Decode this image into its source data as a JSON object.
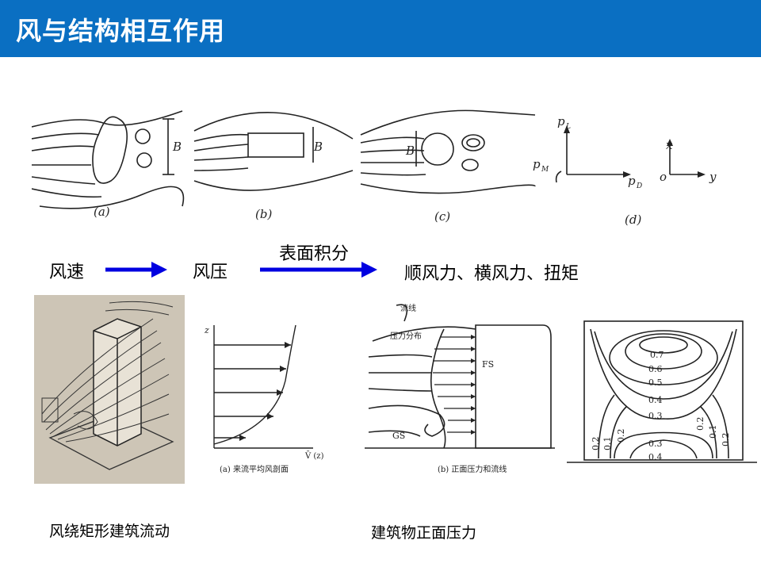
{
  "title": "风与结构相互作用",
  "flow": {
    "wind_speed": "风速",
    "wind_pressure": "风压",
    "integral_label": "表面积分",
    "forces": "顺风力、横风力、扭矩"
  },
  "top_diagrams": {
    "a": {
      "label": "(a)",
      "dim": "B"
    },
    "b": {
      "label": "(b)",
      "dim": "B"
    },
    "c": {
      "label": "(c)",
      "dim": "B"
    },
    "d": {
      "label": "(d)",
      "pL": "p",
      "pL_sub": "L",
      "pM": "p",
      "pM_sub": "M",
      "pD": "p",
      "pD_sub": "D",
      "x": "x",
      "y": "y",
      "o": "o"
    }
  },
  "profile": {
    "z_axis": "z",
    "v_label": "V̄ (z)",
    "caption": "(a) 来流平均风剖面"
  },
  "building": {
    "streamline": "流线",
    "pressure": "压力分布",
    "fs": "FS",
    "gs": "GS",
    "caption": "(b) 正面压力和流线"
  },
  "contour": {
    "labels_top": [
      "0.7",
      "0.6",
      "0.5",
      "0.4",
      "0.3"
    ],
    "labels_left": [
      "0.2",
      "0.1",
      "0.2"
    ],
    "labels_right": [
      "0.2",
      "0.1",
      "0.2"
    ],
    "labels_bottom": [
      "0.3",
      "0.4"
    ]
  },
  "captions": {
    "left": "风绕矩形建筑流动",
    "right": "建筑物正面压力"
  },
  "colors": {
    "title_bar": "#0a6fc2",
    "arrow": "#0000e0"
  }
}
